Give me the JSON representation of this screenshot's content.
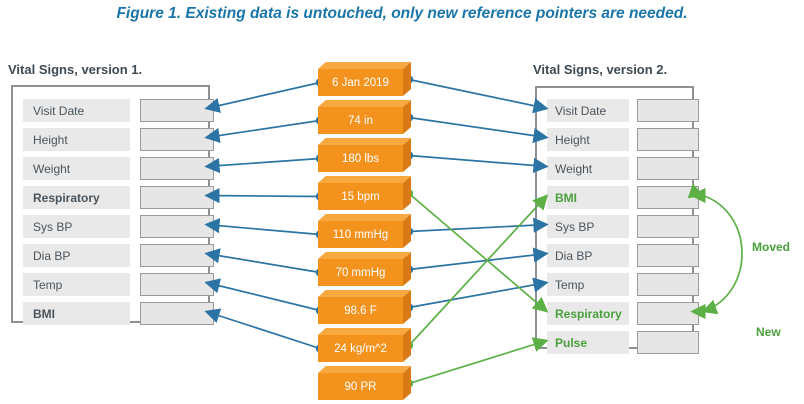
{
  "caption": "Figure 1. Existing data is untouched, only new reference pointers are needed.",
  "colors": {
    "caption_blue": "#1a76a8",
    "panel_border": "#8c9196",
    "row_label_bg": "#e9e9e9",
    "row_value_bg": "#e6e6e6",
    "cube_front": "#f4921e",
    "cube_top": "#f7a83e",
    "cube_side": "#d97a15",
    "connector_blue": "#2b74a3",
    "connector_green": "#5cb046",
    "green_text": "#4aa03c",
    "label_text": "#4a545c"
  },
  "left_panel": {
    "title": "Vital Signs, version 1.",
    "rows": [
      {
        "label": "Visit Date",
        "emphasis": "normal",
        "value": ""
      },
      {
        "label": "Height",
        "emphasis": "normal",
        "value": ""
      },
      {
        "label": "Weight",
        "emphasis": "normal",
        "value": ""
      },
      {
        "label": "Respiratory",
        "emphasis": "bold",
        "value": ""
      },
      {
        "label": "Sys BP",
        "emphasis": "normal",
        "value": ""
      },
      {
        "label": "Dia BP",
        "emphasis": "normal",
        "value": ""
      },
      {
        "label": "Temp",
        "emphasis": "normal",
        "value": ""
      },
      {
        "label": "BMI",
        "emphasis": "bold",
        "value": ""
      }
    ]
  },
  "center_column": {
    "boxes": [
      {
        "value": "6 Jan 2019",
        "link": "blue"
      },
      {
        "value": "74 in",
        "link": "blue"
      },
      {
        "value": "180 lbs",
        "link": "blue"
      },
      {
        "value": "15 bpm",
        "link": "green"
      },
      {
        "value": "110 mmHg",
        "link": "blue"
      },
      {
        "value": "70 mmHg",
        "link": "blue"
      },
      {
        "value": "98.6 F",
        "link": "blue"
      },
      {
        "value": "24 kg/m^2",
        "link": "green"
      },
      {
        "value": "90 PR",
        "link": "green"
      }
    ]
  },
  "right_panel": {
    "title": "Vital Signs, version 2.",
    "rows": [
      {
        "label": "Visit Date",
        "emphasis": "normal",
        "value": ""
      },
      {
        "label": "Height",
        "emphasis": "normal",
        "value": ""
      },
      {
        "label": "Weight",
        "emphasis": "normal",
        "value": ""
      },
      {
        "label": "BMI",
        "emphasis": "green",
        "value": ""
      },
      {
        "label": "Sys BP",
        "emphasis": "normal",
        "value": ""
      },
      {
        "label": "Dia BP",
        "emphasis": "normal",
        "value": ""
      },
      {
        "label": "Temp",
        "emphasis": "normal",
        "value": ""
      },
      {
        "label": "Respiratory",
        "emphasis": "green",
        "value": ""
      },
      {
        "label": "Pulse",
        "emphasis": "green",
        "value": ""
      }
    ]
  },
  "annotations": {
    "moved": "Moved",
    "new": "New"
  },
  "connections": {
    "left_blue": [
      {
        "from_box": 0,
        "to_row": 0
      },
      {
        "from_box": 1,
        "to_row": 1
      },
      {
        "from_box": 2,
        "to_row": 2
      },
      {
        "from_box": 3,
        "to_row": 3
      },
      {
        "from_box": 4,
        "to_row": 4
      },
      {
        "from_box": 5,
        "to_row": 5
      },
      {
        "from_box": 6,
        "to_row": 6
      },
      {
        "from_box": 7,
        "to_row": 7
      }
    ],
    "right_blue": [
      {
        "from_box": 0,
        "to_row": 0
      },
      {
        "from_box": 1,
        "to_row": 1
      },
      {
        "from_box": 2,
        "to_row": 2
      },
      {
        "from_box": 4,
        "to_row": 4
      },
      {
        "from_box": 5,
        "to_row": 5
      },
      {
        "from_box": 6,
        "to_row": 6
      }
    ],
    "right_green": [
      {
        "from_box": 3,
        "to_row": 7
      },
      {
        "from_box": 7,
        "to_row": 3
      },
      {
        "from_box": 8,
        "to_row": 8
      }
    ],
    "moved_arc": {
      "from_row": 3,
      "to_row": 7
    }
  }
}
